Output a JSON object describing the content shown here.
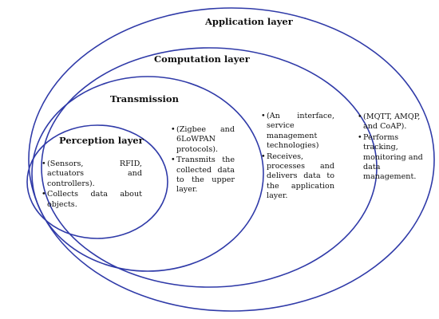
{
  "diagram": {
    "colors": {
      "ring_stroke": "#2f3aa8",
      "text": "#111111",
      "background": "#ffffff"
    },
    "layers": [
      {
        "key": "application",
        "title": "Application layer",
        "bullets": [
          "(MQTT, AMQP, and CoAP).",
          "Performs tracking, monitoring and data management."
        ]
      },
      {
        "key": "computation",
        "title": "Computation layer",
        "bullets": [
          "(An interface, service management technologies)",
          "Receives, processes and delivers data to the application layer."
        ]
      },
      {
        "key": "transmission",
        "title": "Transmission",
        "bullets": [
          "(Zigbee and 6LoWPAN protocols).",
          "Transmits the collected data to the upper layer."
        ]
      },
      {
        "key": "perception",
        "title": "Perception layer",
        "bullets": [
          "(Sensors, RFID, actuators and controllers).",
          "Collects data about objects."
        ]
      }
    ]
  }
}
